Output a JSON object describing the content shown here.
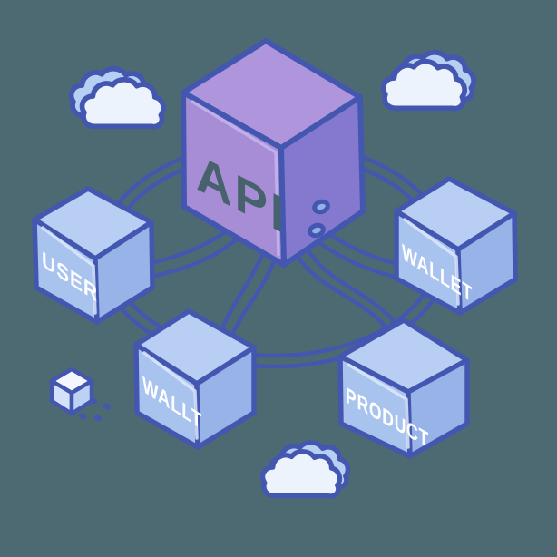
{
  "illustration": {
    "background_color": "#4d6972",
    "outline_color": "#4457b0",
    "center_cube": {
      "label": "API",
      "label_color": "#47626d",
      "top_face_color": "#ae95dc",
      "left_face_color": "#a78cd6",
      "right_face_color": "#8478cf",
      "indicator_dot_count": 2
    },
    "satellite_cubes": [
      {
        "label": "USER",
        "position": "left"
      },
      {
        "label": "WALLT",
        "position": "bottom-left"
      },
      {
        "label": "WALLET",
        "position": "right"
      },
      {
        "label": "PRODUCT",
        "position": "bottom-right"
      }
    ],
    "satellite_face_colors": {
      "top": "#b9cef3",
      "left": "#a9c3ef",
      "right": "#98b3e7",
      "label_color": "#ffffff"
    },
    "clouds": [
      {
        "position": "top-left"
      },
      {
        "position": "top-right"
      },
      {
        "position": "bottom-center"
      }
    ],
    "cloud_colors": {
      "front": "#ecf3fd",
      "back": "#b7cff3"
    },
    "decorations": [
      {
        "name": "mini-cube",
        "position": "bottom-left"
      },
      {
        "name": "sparkle-dots",
        "count": 4
      }
    ]
  }
}
